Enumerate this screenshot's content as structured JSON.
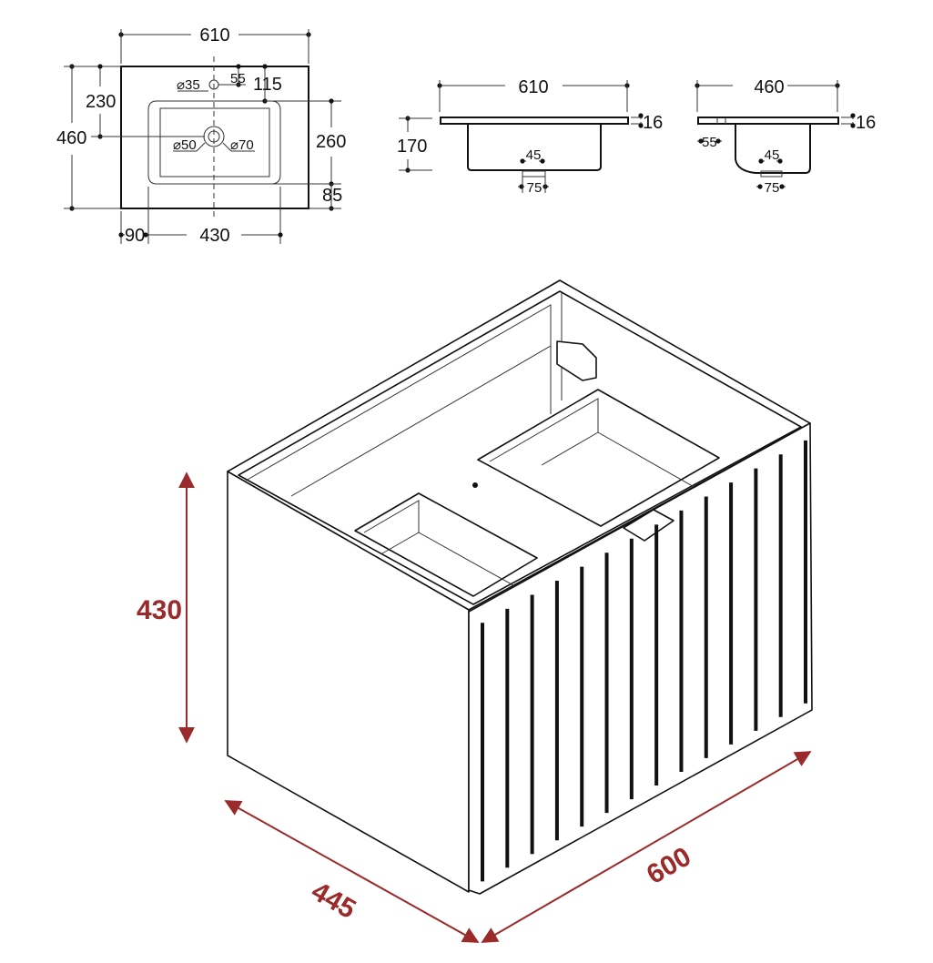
{
  "plan_view": {
    "width": "610",
    "depth": "460",
    "tap_offset_top": "230",
    "tap_hole": "⌀35",
    "tap_dist": "55",
    "basin_top_offset": "115",
    "basin_depth": "260",
    "basin_bottom_offset": "85",
    "drain_inner": "⌀50",
    "drain_outer": "⌀70",
    "basin_left_offset": "90",
    "basin_width": "430"
  },
  "front_view": {
    "width": "610",
    "thickness": "16",
    "height": "170",
    "drain_a": "45",
    "drain_b": "75"
  },
  "side_view": {
    "depth": "460",
    "thickness": "16",
    "tap_offset": "55",
    "drain_a": "45",
    "drain_b": "75"
  },
  "cabinet": {
    "height": "430",
    "depth": "445",
    "width": "600",
    "accent_color": "#9b2a2a",
    "slat_count": 14
  }
}
